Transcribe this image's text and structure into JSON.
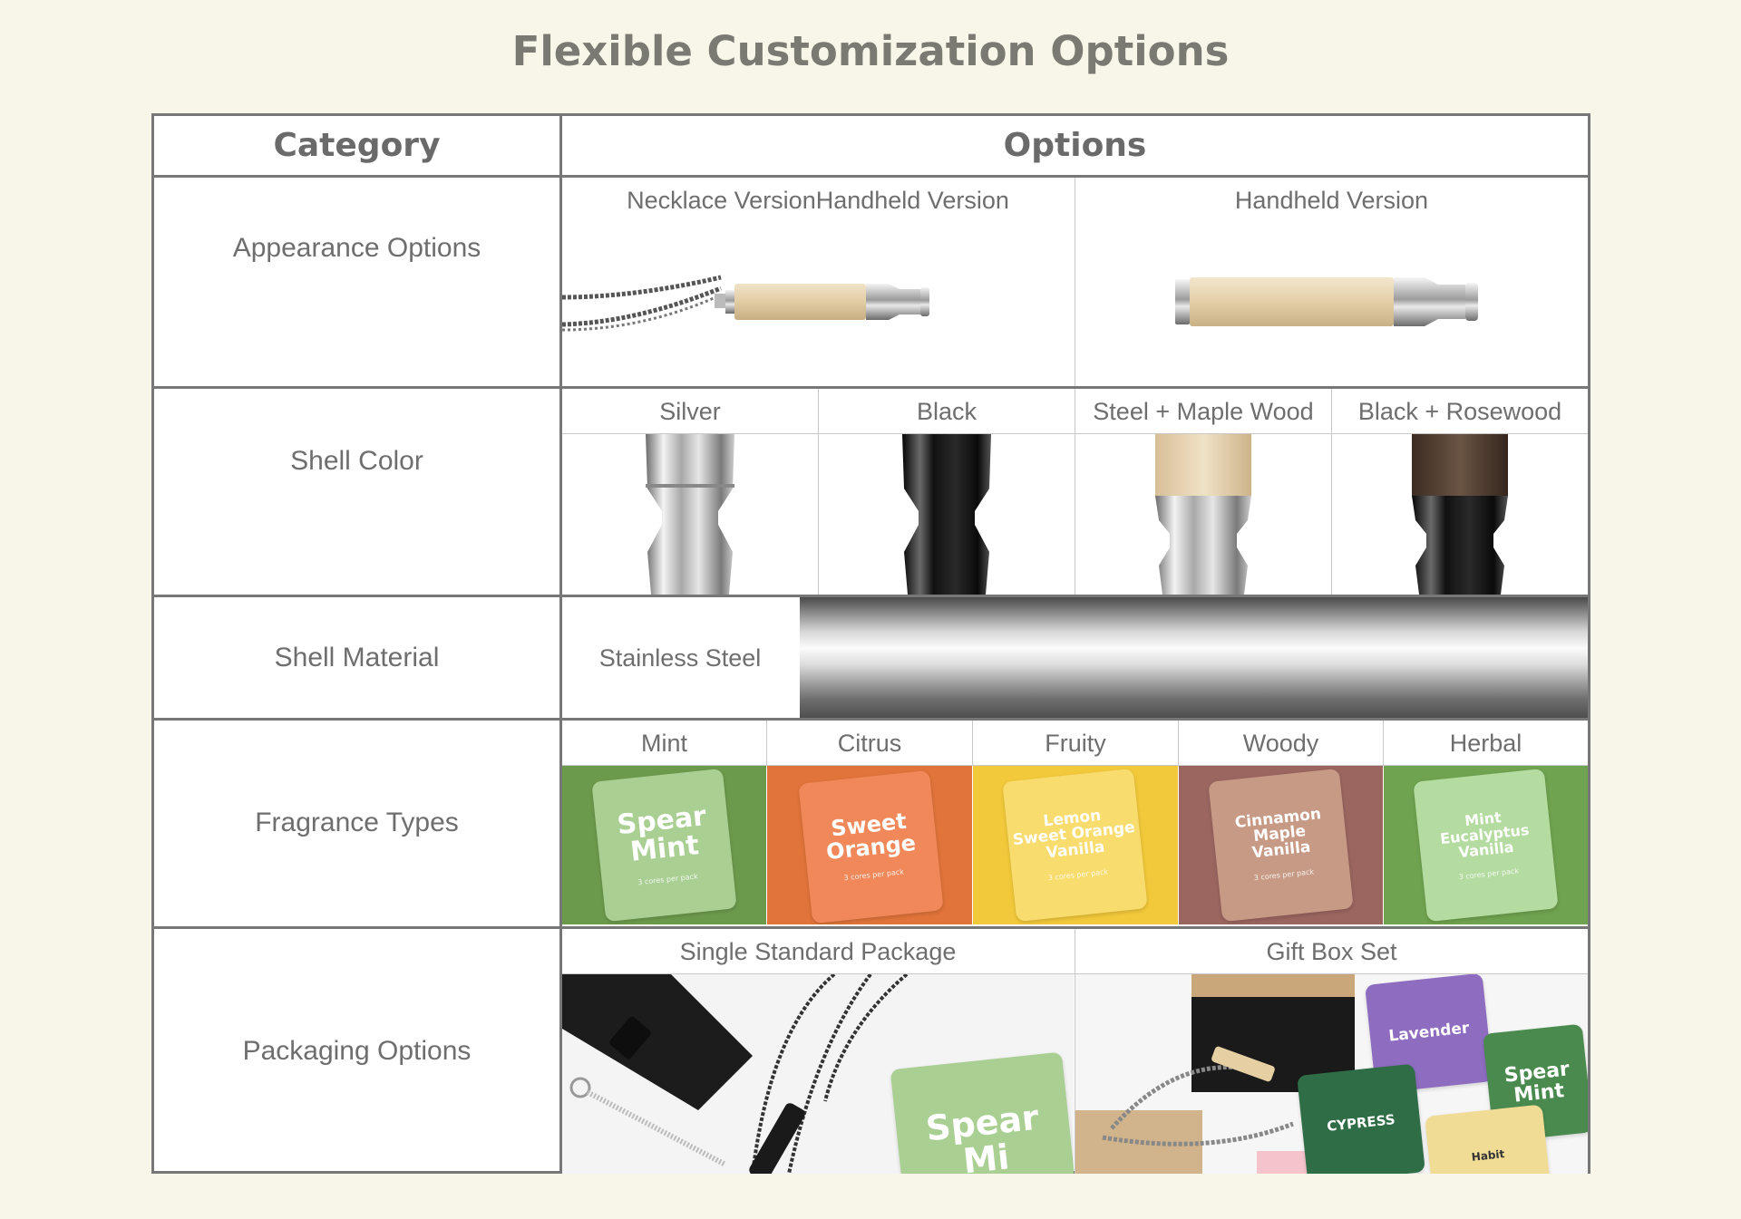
{
  "title": "Flexible Customization Options",
  "table": {
    "header": {
      "category": "Category",
      "options": "Options"
    },
    "appearance": {
      "category": "Appearance Options",
      "items": [
        {
          "label": "Necklace VersionHandheld Version"
        },
        {
          "label": "Handheld Version"
        }
      ]
    },
    "shell_color": {
      "category": "Shell Color",
      "items": [
        {
          "label": "Silver"
        },
        {
          "label": "Black"
        },
        {
          "label": "Steel + Maple Wood"
        },
        {
          "label": "Black + Rosewood"
        }
      ]
    },
    "shell_material": {
      "category": "Shell Material",
      "items": [
        {
          "label": "Stainless Steel"
        }
      ]
    },
    "fragrance": {
      "category": "Fragrance Types",
      "items": [
        {
          "label": "Mint",
          "bg": "#6c9a4c",
          "pouch": [
            "Spear",
            "Mint"
          ],
          "pouch_sub": "3 cores per pack"
        },
        {
          "label": "Citrus",
          "bg": "#e0743a",
          "pouch": [
            "Sweet",
            "Orange"
          ],
          "pouch_sub": "3 cores per pack"
        },
        {
          "label": "Fruity",
          "bg": "#f2c93a",
          "pouch": [
            "Lemon",
            "Sweet Orange",
            "Vanilla"
          ],
          "pouch_sub": "3 cores per pack"
        },
        {
          "label": "Woody",
          "bg": "#9b6560",
          "pouch": [
            "Cinnamon",
            "Maple",
            "Vanilla"
          ],
          "pouch_sub": "3 cores per pack"
        },
        {
          "label": "Herbal",
          "bg": "#6fa34f",
          "pouch": [
            "Mint",
            "Eucalyptus",
            "Vanilla"
          ],
          "pouch_sub": "3 cores per pack"
        }
      ]
    },
    "packaging": {
      "category": "Packaging Options",
      "items": [
        {
          "label": "Single Standard Package",
          "pouch": [
            "Spear",
            "Mi"
          ]
        },
        {
          "label": "Gift Box Set",
          "pouches": [
            "Lavender",
            "CYPRESS",
            "Spear Mint",
            "Habit"
          ]
        }
      ]
    }
  }
}
